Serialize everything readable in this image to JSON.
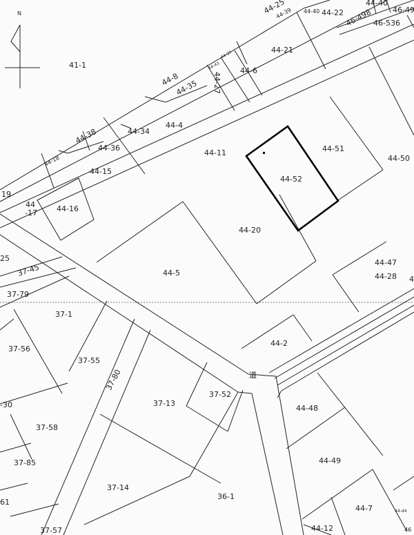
{
  "north_label": "N",
  "road_label": "道",
  "highlighted_parcel": "44-52",
  "parcels": {
    "p41_1": "41-1",
    "p44_8": "44-8",
    "p44_35": "44-35",
    "p44_43": "44-43",
    "p44_37": "44-37",
    "p44_27": "44-27",
    "p44_6": "44-6",
    "p44_21": "44-21",
    "p44_25": "44-25",
    "p44_39": "44-39",
    "p44_40a": "44-40",
    "p44_22": "44-22",
    "p46_498": "46-498",
    "p44_40b": "44-40",
    "p46_49": "46-49",
    "p46_536": "46-536",
    "p44_38": "44-38",
    "p44_34": "44-34",
    "p44_4": "44-4",
    "p44_36": "44-36",
    "p44_18": "44-18",
    "p44_15": "44-15",
    "p44_11": "44-11",
    "p44_51": "44-51",
    "p44_50": "44-50",
    "p44_52": "44-52",
    "p19": "19",
    "p44_17a": "44",
    "p44_17b": "-17",
    "p44_16": "44-16",
    "p44_20": "44-20",
    "p25": "25",
    "p37_45": "37-45",
    "p44_5": "44-5",
    "p44_47": "44-47",
    "p44_28": "44-28",
    "p4": "4",
    "p37_79": "37-79",
    "p37_1": "37-1",
    "p44_2": "44-2",
    "p37_56": "37-56",
    "p37_55": "37-55",
    "p37_80": "37-80",
    "p37_52": "37-52",
    "p30": "-30",
    "p37_13": "37-13",
    "p44_48": "44-48",
    "p37_58": "37-58",
    "p37_85": "37-85",
    "p44_49": "44-49",
    "p37_14": "37-14",
    "p61": "61",
    "p36_1": "36-1",
    "p44_7": "44-7",
    "p44_44": "44-44",
    "p37_57": "37-57",
    "p44_12": "44-12",
    "p46": "46"
  }
}
